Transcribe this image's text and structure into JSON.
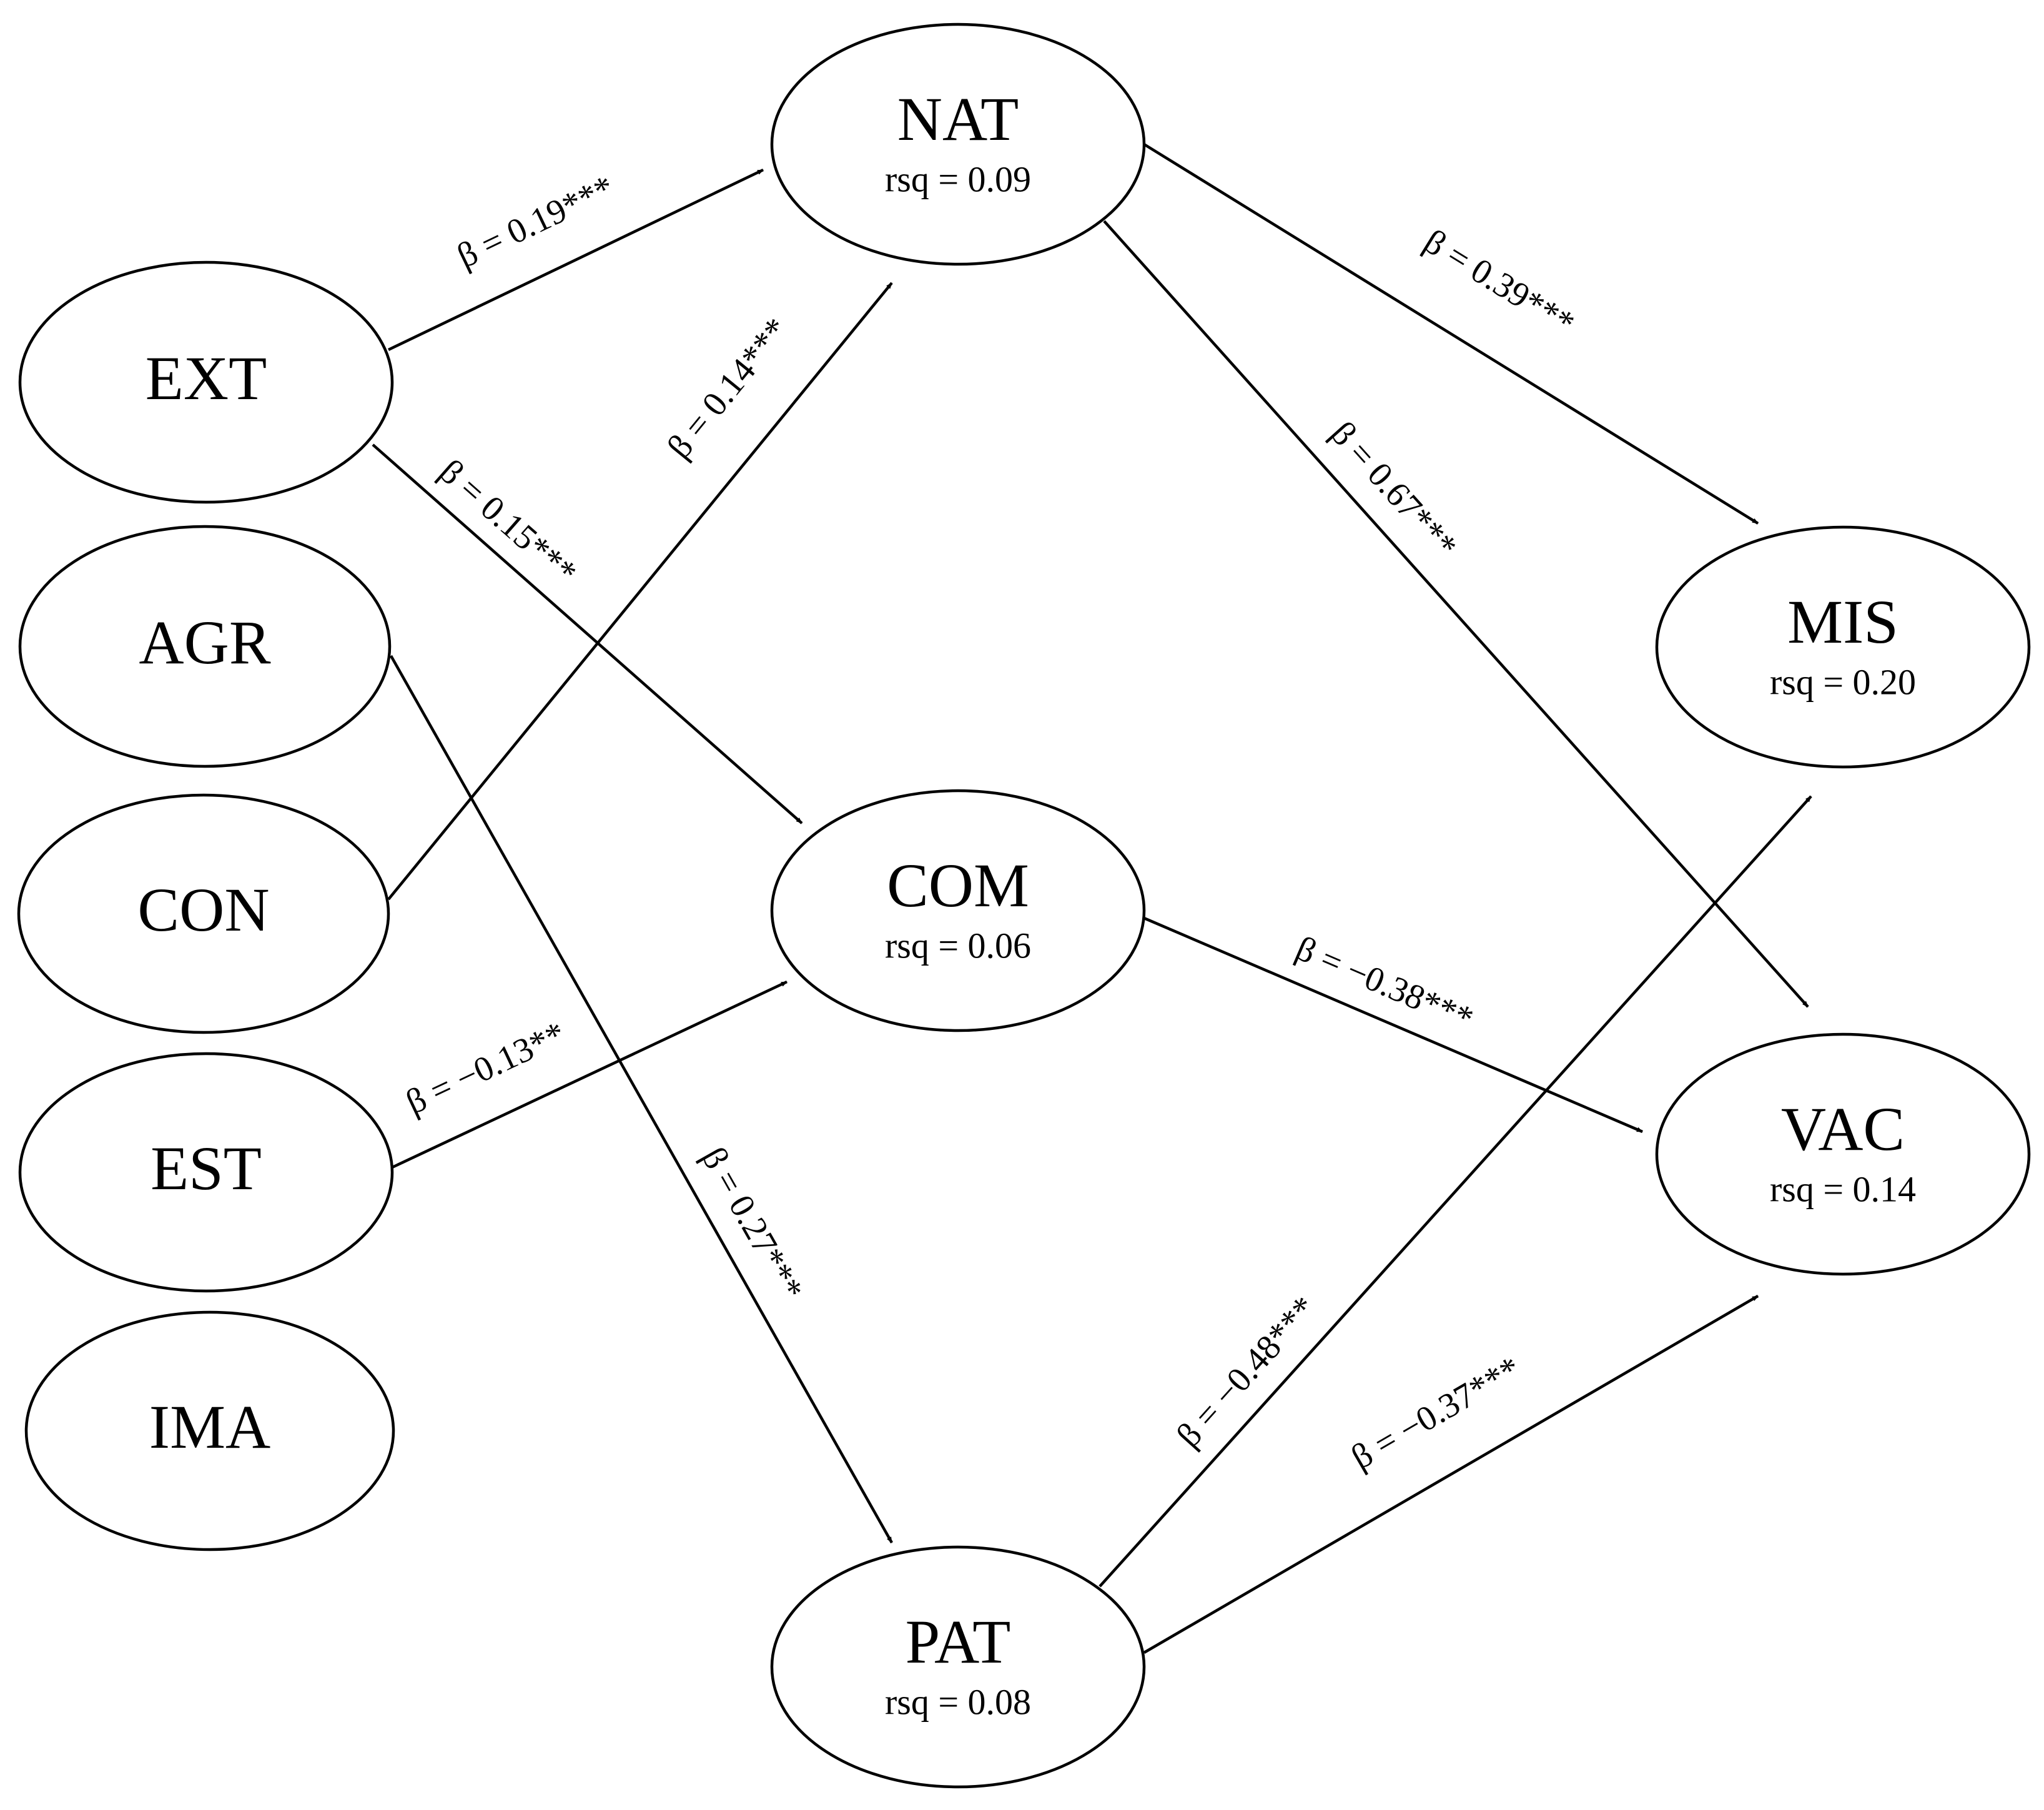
{
  "diagram": {
    "nodes": [
      {
        "id": "EXT",
        "label": "EXT",
        "rsq": ""
      },
      {
        "id": "AGR",
        "label": "AGR",
        "rsq": ""
      },
      {
        "id": "CON",
        "label": "CON",
        "rsq": ""
      },
      {
        "id": "EST",
        "label": "EST",
        "rsq": ""
      },
      {
        "id": "IMA",
        "label": "IMA",
        "rsq": ""
      },
      {
        "id": "NAT",
        "label": "NAT",
        "rsq": "rsq = 0.09"
      },
      {
        "id": "COM",
        "label": "COM",
        "rsq": "rsq = 0.06"
      },
      {
        "id": "PAT",
        "label": "PAT",
        "rsq": "rsq = 0.08"
      },
      {
        "id": "MIS",
        "label": "MIS",
        "rsq": "rsq = 0.20"
      },
      {
        "id": "VAC",
        "label": "VAC",
        "rsq": "rsq = 0.14"
      }
    ],
    "edges": [
      {
        "from": "EXT",
        "to": "NAT",
        "label": "β = 0.19***"
      },
      {
        "from": "EXT",
        "to": "COM",
        "label": "β = 0.15***"
      },
      {
        "from": "CON",
        "to": "NAT",
        "label": "β = 0.14***"
      },
      {
        "from": "EST",
        "to": "COM",
        "label": "β = −0.13**"
      },
      {
        "from": "AGR",
        "to": "PAT",
        "label": "β = 0.27***"
      },
      {
        "from": "NAT",
        "to": "MIS",
        "label": "β = 0.39***"
      },
      {
        "from": "NAT",
        "to": "VAC",
        "label": "β = 0.67***"
      },
      {
        "from": "COM",
        "to": "VAC",
        "label": "β = −0.38***"
      },
      {
        "from": "PAT",
        "to": "MIS",
        "label": "β = −0.48***"
      },
      {
        "from": "PAT",
        "to": "VAC",
        "label": "β = −0.37***"
      }
    ]
  }
}
